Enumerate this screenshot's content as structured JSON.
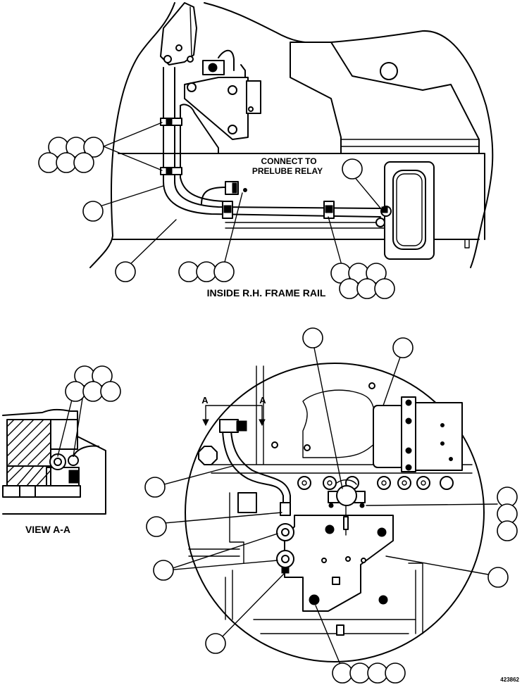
{
  "top_view": {
    "connect_label_line1": "CONNECT TO",
    "connect_label_line2": "PRELUBE RELAY",
    "caption": "INSIDE R.H. FRAME RAIL"
  },
  "section_view": {
    "caption": "VIEW A-A"
  },
  "detail_view": {
    "section_mark_left": "A",
    "section_mark_right": "A"
  },
  "drawing_number": "423862"
}
